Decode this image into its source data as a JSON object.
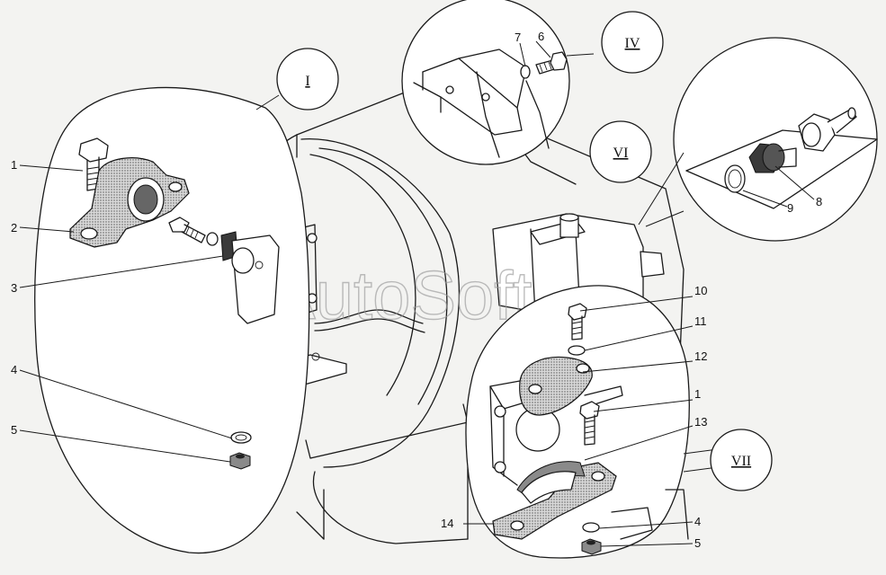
{
  "watermark": "AutoSoft",
  "callouts": {
    "c1": "1",
    "c2": "2",
    "c3": "3",
    "c4": "4",
    "c5": "5",
    "c6": "6",
    "c7": "7",
    "c8": "8",
    "c9": "9",
    "c10": "10",
    "c11": "11",
    "c12": "12",
    "c1b": "1",
    "c13": "13",
    "c14": "14",
    "c4b": "4",
    "c5b": "5"
  },
  "views": {
    "v1": "I",
    "v4": "IV",
    "v6": "VI",
    "v7": "VII"
  }
}
